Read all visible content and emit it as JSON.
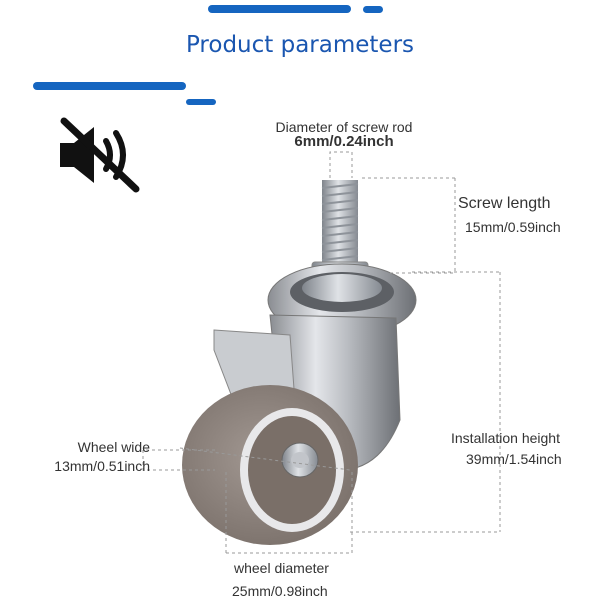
{
  "header": {
    "title": "Product parameters"
  },
  "icons": {
    "mute": "speaker-muted-icon"
  },
  "colors": {
    "accent": "#1565c0",
    "title": "#1a56b0"
  },
  "specs": {
    "screw_diameter": {
      "label": "Diameter of screw rod",
      "value": "6mm/0.24inch"
    },
    "screw_length": {
      "label": "Screw length",
      "value": "15mm/0.59inch"
    },
    "install_height": {
      "label": "Installation height",
      "value": "39mm/1.54inch"
    },
    "wheel_width": {
      "label": "Wheel wide",
      "value": "13mm/0.51inch"
    },
    "wheel_diameter": {
      "label": "wheel diameter",
      "value": "25mm/0.98inch"
    }
  }
}
